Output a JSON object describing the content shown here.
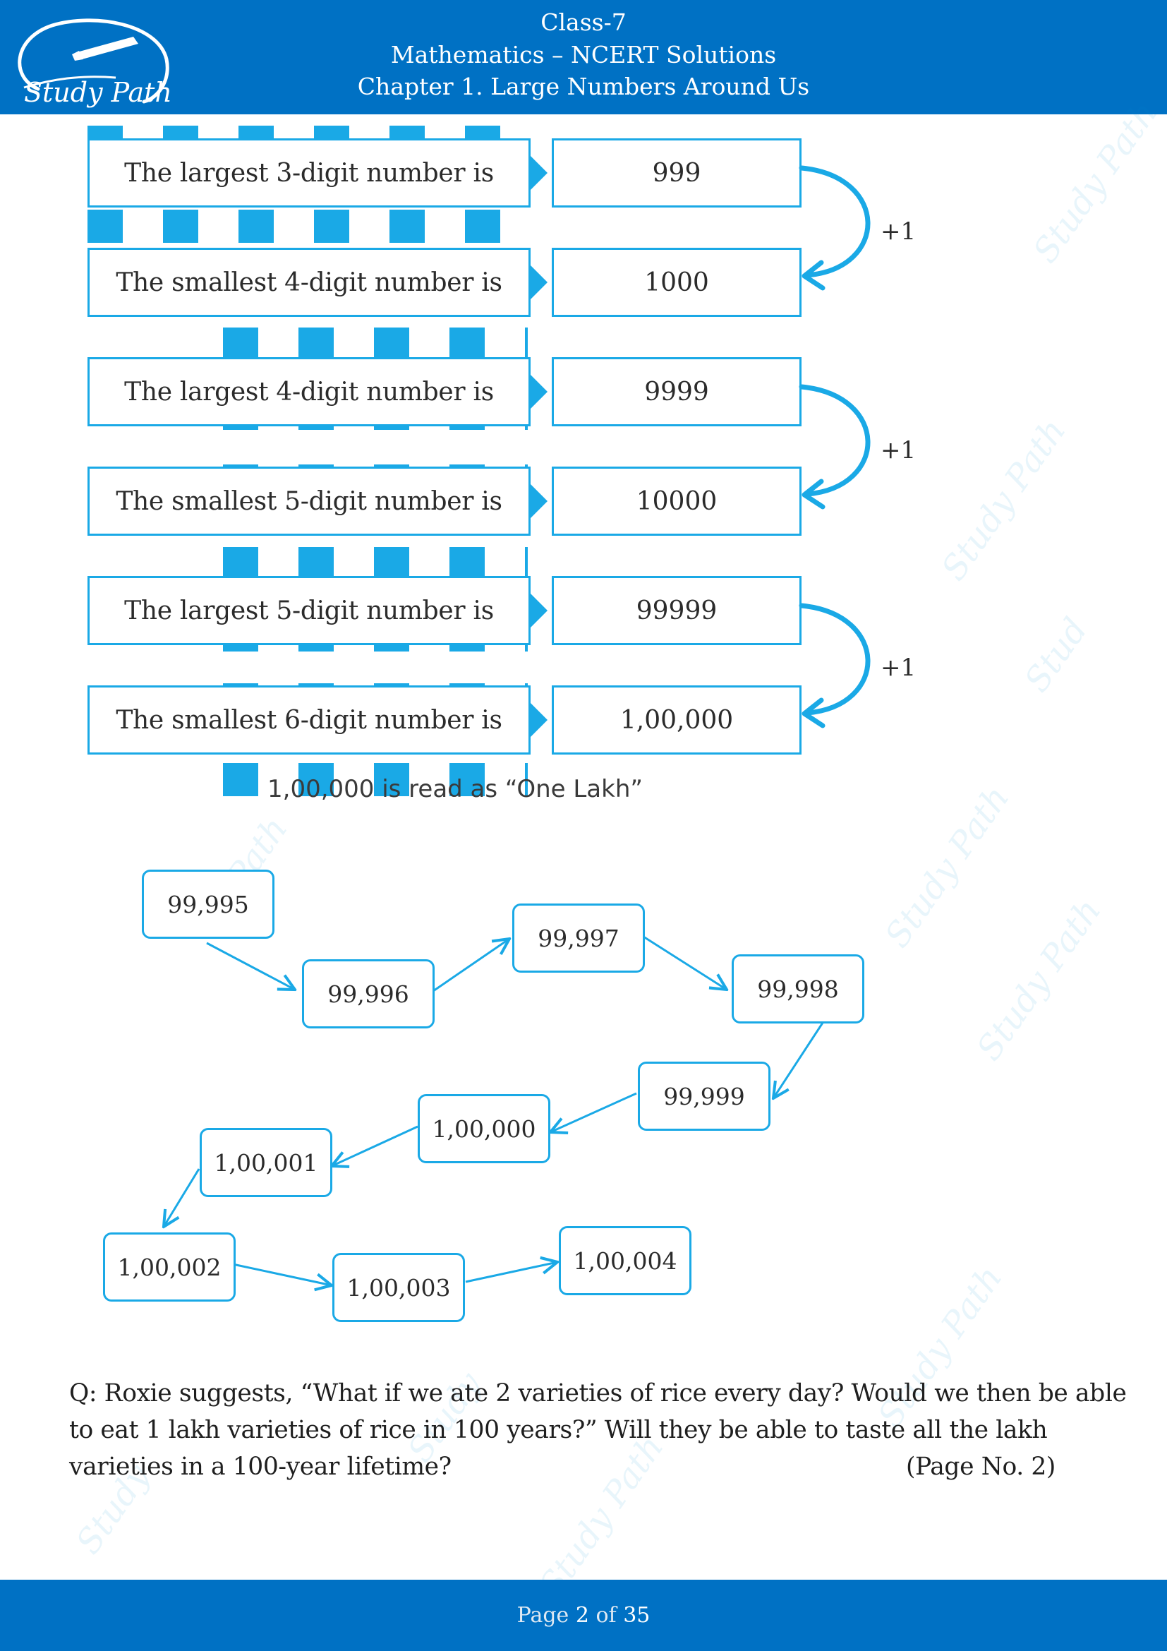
{
  "header": {
    "class_line": "Class-7",
    "subject_line": "Mathematics – NCERT Solutions",
    "chapter_line": "Chapter 1. Large Numbers Around Us",
    "logo_text": "Study Path"
  },
  "diagram1": {
    "rows": [
      {
        "label": "The largest 3-digit number is",
        "value": "999"
      },
      {
        "label": "The smallest 4-digit number is",
        "value": "1000"
      },
      {
        "label": "The largest 4-digit number is",
        "value": "9999"
      },
      {
        "label": "The smallest 5-digit number is",
        "value": "10000"
      },
      {
        "label": "The largest 5-digit number is",
        "value": "99999"
      },
      {
        "label": "The smallest 6-digit number is",
        "value": "1,00,000"
      }
    ],
    "increment_labels": [
      "+1",
      "+1",
      "+1"
    ],
    "caption": "1,00,000 is read as “One Lakh”"
  },
  "diagram2": {
    "numbers": [
      "99,995",
      "99,996",
      "99,997",
      "99,998",
      "99,999",
      "1,00,000",
      "1,00,001",
      "1,00,002",
      "1,00,003",
      "1,00,004"
    ]
  },
  "question": {
    "line1": "Q: Roxie suggests, “What if we ate 2 varieties of rice every day? Would we then be able",
    "line2": "to eat 1 lakh varieties of rice in 100 years?” Will they be able to taste all the lakh",
    "line3": "varieties in a 100-year lifetime?",
    "page_ref": "(Page No. 2)"
  },
  "footer": {
    "prefix": "Page ",
    "current": "2",
    "middle": " of ",
    "total": "35"
  },
  "colors": {
    "header_blue": "#0071c4",
    "accent_cyan": "#1aa9e6"
  }
}
